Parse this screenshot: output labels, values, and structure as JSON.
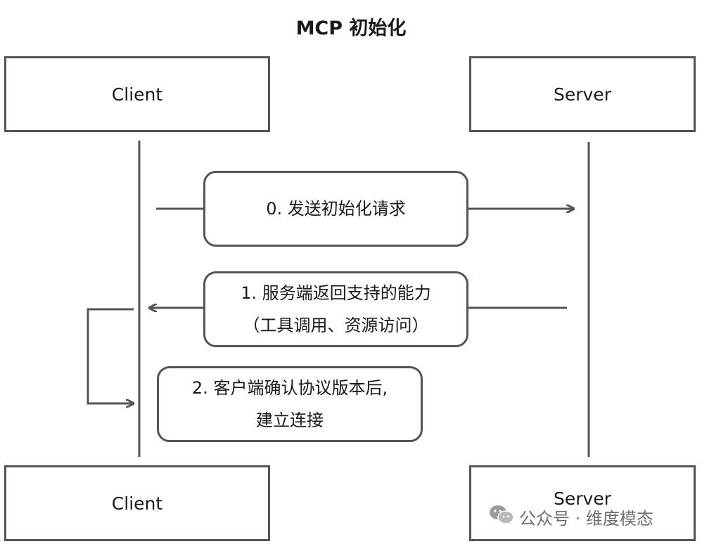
{
  "title": "MCP 初始化",
  "actors": {
    "client_top": "Client",
    "server_top": "Server",
    "client_bottom": "Client",
    "server_bottom": "Server"
  },
  "messages": {
    "step0": {
      "line1": "0. 发送初始化请求"
    },
    "step1": {
      "line1": "1. 服务端返回支持的能力",
      "line2": "（工具调用、资源访问）"
    },
    "step2": {
      "line1": "2. 客户端确认协议版本后,",
      "line2": "建立连接"
    }
  },
  "watermark": {
    "icon": "wechat-icon",
    "text": "公众号 · 维度模态"
  },
  "colors": {
    "stroke": "#555555",
    "text": "#1a1a1a",
    "watermark": "#6e6e6e"
  }
}
